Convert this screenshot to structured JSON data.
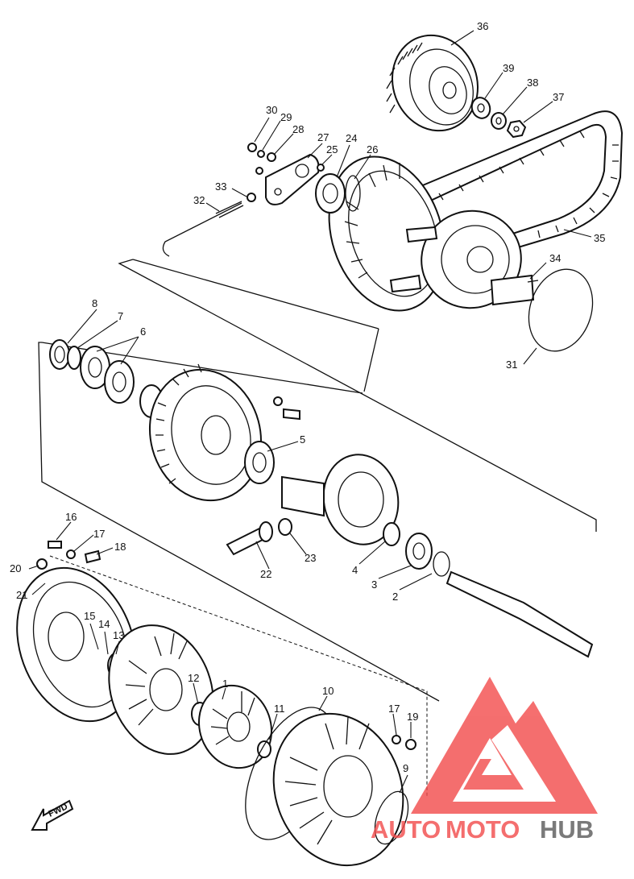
{
  "callouts": [
    {
      "label": "36"
    },
    {
      "label": "39"
    },
    {
      "label": "38"
    },
    {
      "label": "37"
    },
    {
      "label": "30"
    },
    {
      "label": "29"
    },
    {
      "label": "28"
    },
    {
      "label": "27"
    },
    {
      "label": "25"
    },
    {
      "label": "24"
    },
    {
      "label": "26"
    },
    {
      "label": "33"
    },
    {
      "label": "32"
    },
    {
      "label": "35"
    },
    {
      "label": "34"
    },
    {
      "label": "31"
    },
    {
      "label": "8"
    },
    {
      "label": "7"
    },
    {
      "label": "6"
    },
    {
      "label": "5"
    },
    {
      "label": "16"
    },
    {
      "label": "17"
    },
    {
      "label": "18"
    },
    {
      "label": "20"
    },
    {
      "label": "21"
    },
    {
      "label": "22"
    },
    {
      "label": "23"
    },
    {
      "label": "4"
    },
    {
      "label": "3"
    },
    {
      "label": "2"
    },
    {
      "label": "15"
    },
    {
      "label": "14"
    },
    {
      "label": "13"
    },
    {
      "label": "12"
    },
    {
      "label": "1"
    },
    {
      "label": "10"
    },
    {
      "label": "11"
    },
    {
      "label": "17"
    },
    {
      "label": "19"
    },
    {
      "label": "9"
    }
  ],
  "fwd_label": "FWD",
  "watermark": {
    "part1": "AUTO",
    "part2": "MOTO",
    "part3": "HUB"
  },
  "colors": {
    "line": "#111111",
    "watermark_red": "#f24b4b",
    "watermark_gray": "#5a5a5a"
  }
}
